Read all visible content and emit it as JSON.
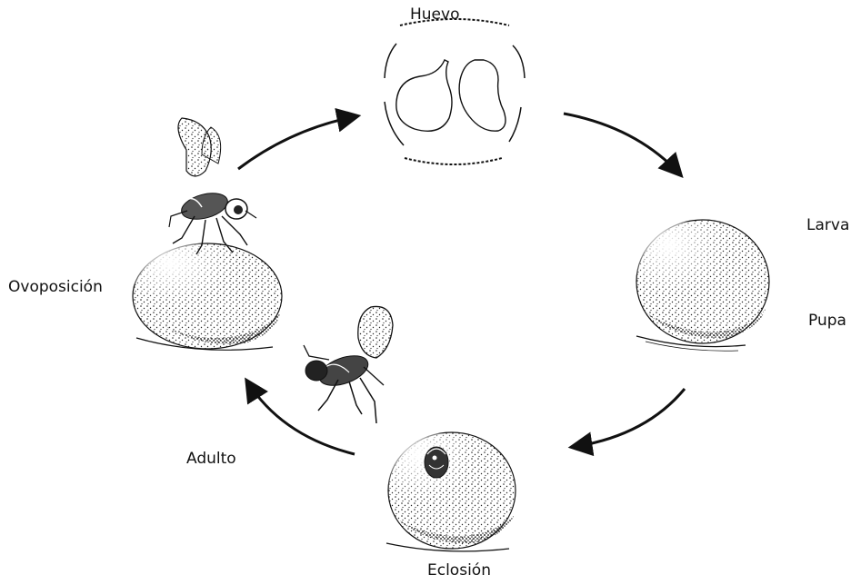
{
  "diagram": {
    "stages": {
      "huevo": "Huevo",
      "larva": "Larva",
      "pupa": "Pupa",
      "eclosion": "Eclosión",
      "adulto": "Adulto",
      "ovoposicion": "Ovoposición"
    },
    "colors": {
      "ink": "#111111",
      "background": "#ffffff",
      "stipple": "#222222"
    },
    "icons": [
      "egg-pair-icon",
      "fruit-icon",
      "fly-icon",
      "emerging-fly-icon",
      "cycle-arrow-icon"
    ]
  }
}
